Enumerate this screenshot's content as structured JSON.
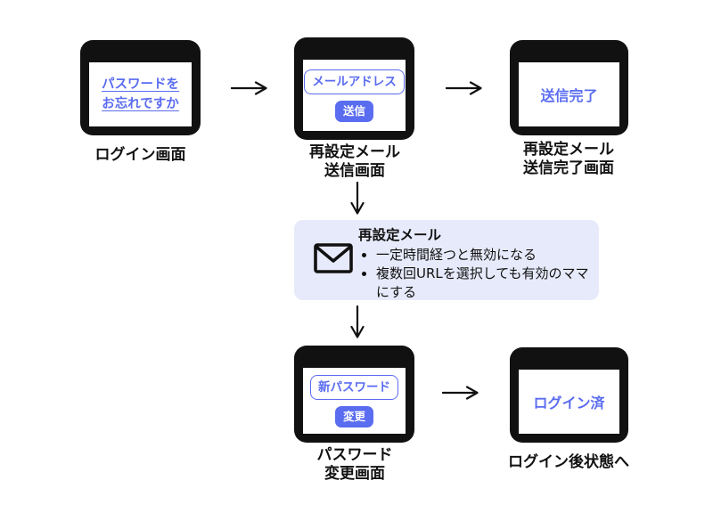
{
  "colors": {
    "accent": "#5A6CF0",
    "note_bg": "#E7EAFA",
    "frame": "#111111"
  },
  "flow": {
    "login_screen": {
      "caption": "ログイン画面",
      "link_line1": "パスワードを",
      "link_line2": "お忘れですか"
    },
    "send_screen": {
      "caption_line1": "再設定メール",
      "caption_line2": "送信画面",
      "input_label": "メールアドレス",
      "button_label": "送信"
    },
    "sent_screen": {
      "caption_line1": "再設定メール",
      "caption_line2": "送信完了画面",
      "status_text": "送信完了"
    },
    "email_note": {
      "icon": "envelope-icon",
      "title": "再設定メール",
      "bullet1": "一定時間経つと無効になる",
      "bullet2": "複数回URLを選択しても有効のママにする"
    },
    "change_screen": {
      "caption_line1": "パスワード",
      "caption_line2": "変更画面",
      "input_label": "新パスワード",
      "button_label": "変更"
    },
    "done_screen": {
      "caption": "ログイン後状態へ",
      "status_text": "ログイン済"
    }
  }
}
